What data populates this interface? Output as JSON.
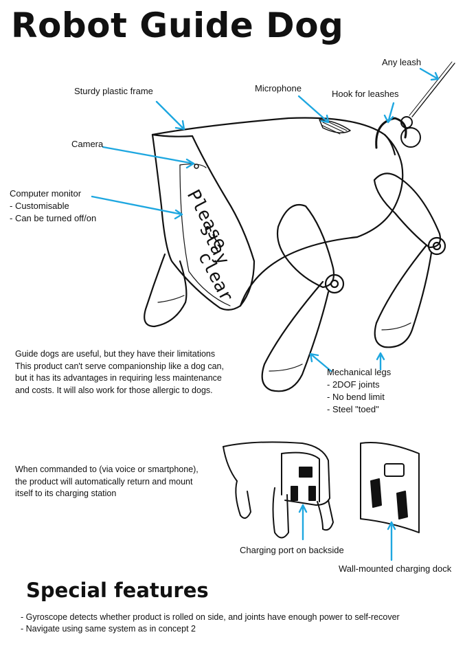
{
  "title": "Robot Guide Dog",
  "labels": {
    "any_leash": "Any leash",
    "sturdy_frame": "Sturdy plastic frame",
    "microphone": "Microphone",
    "hook": "Hook for leashes",
    "camera": "Camera",
    "monitor_title": "Computer monitor",
    "monitor_1": "- Customisable",
    "monitor_2": "- Can be turned off/on",
    "legs_title": "Mechanical legs",
    "legs_1": "- 2DOF joints",
    "legs_2": "- No bend limit",
    "legs_3": "- Steel \"toed\"",
    "charging_port": "Charging port on backside",
    "wall_dock": "Wall-mounted charging dock"
  },
  "screen_text": [
    "Please",
    "stay",
    "clear"
  ],
  "paragraph1": [
    "Guide dogs are useful, but they have their limitations",
    "This product can't serve companionship like a dog can,",
    "but it has its advantages in requiring less maintenance",
    "and costs. It will also work for those allergic to dogs."
  ],
  "paragraph2": [
    "When commanded to (via voice or smartphone),",
    "the product will automatically return and mount",
    "itself to its charging station"
  ],
  "special_title": "Special features",
  "features": [
    "- Gyroscope detects whether product is rolled on side, and joints have enough power to self-recover",
    "- Navigate using same system as in concept 2"
  ],
  "colors": {
    "arrow": "#1ea7e0",
    "ink": "#111111"
  }
}
